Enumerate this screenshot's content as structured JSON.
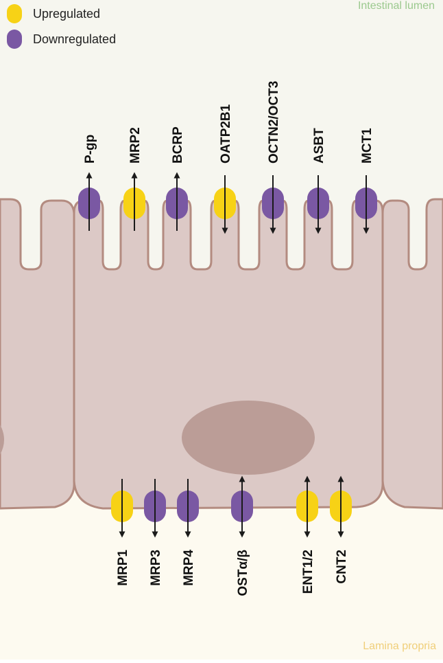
{
  "legend": {
    "up_label": "Upregulated",
    "down_label": "Downregulated",
    "up_color": "#f7d216",
    "down_color": "#7a58a3"
  },
  "regions": {
    "lumen_label": "Intestinal lumen",
    "lumen_color": "#9bc98e",
    "lamina_label": "Lamina propria",
    "lamina_color": "#f0cf7a"
  },
  "colors": {
    "lumen_bg": "#f6f6ef",
    "lamina_bg": "#fdfaf0",
    "cell_fill": "#dcc9c6",
    "cell_edge": "#b38b80",
    "nucleus": "#bb9d97",
    "arrow": "#1a1a1a"
  },
  "transporters": {
    "apical": [
      {
        "name": "P-gp",
        "reg": "down",
        "dir": "out"
      },
      {
        "name": "MRP2",
        "reg": "up",
        "dir": "out"
      },
      {
        "name": "BCRP",
        "reg": "down",
        "dir": "out"
      },
      {
        "name": "OATP2B1",
        "reg": "up",
        "dir": "in"
      },
      {
        "name": "OCTN2/OCT3",
        "reg": "down",
        "dir": "in"
      },
      {
        "name": "ASBT",
        "reg": "down",
        "dir": "in"
      },
      {
        "name": "MCT1",
        "reg": "down",
        "dir": "in"
      }
    ],
    "basolateral": [
      {
        "name": "MRP1",
        "reg": "up",
        "dir": "out"
      },
      {
        "name": "MRP3",
        "reg": "down",
        "dir": "out"
      },
      {
        "name": "MRP4",
        "reg": "down",
        "dir": "out"
      },
      {
        "name": "OSTα/β",
        "reg": "down",
        "dir": "both"
      },
      {
        "name": "ENT1/2",
        "reg": "up",
        "dir": "both"
      },
      {
        "name": "CNT2",
        "reg": "up",
        "dir": "both"
      }
    ]
  }
}
